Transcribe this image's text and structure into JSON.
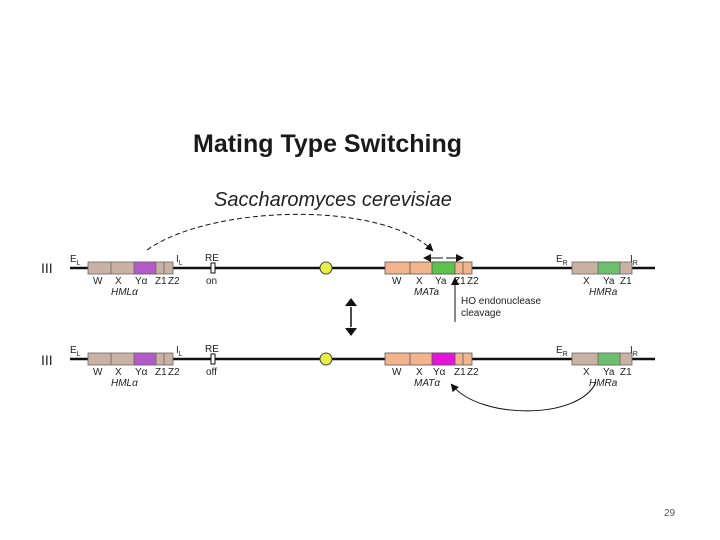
{
  "slide": {
    "title": "Mating Type Switching",
    "subtitle": "Saccharomyces cerevisiae",
    "page_number": "29"
  },
  "colors": {
    "cassette_fill": "#c9b1a4",
    "yalpha_fill": "#b35ac9",
    "ya_fill": "#5cc24b",
    "ya_hmr_fill": "#6cbf6c",
    "mat_fill": "#f2b48c",
    "mat_alpha_fill": "#e614d8",
    "centromere_fill": "#e8f046",
    "line": "#111111"
  },
  "diagram": {
    "top": {
      "chromosome": "III",
      "hml": {
        "e": "E",
        "e_sub": "L",
        "i": "I",
        "i_sub": "L",
        "segments": [
          "W",
          "X",
          "Yα",
          "Z1",
          "Z2"
        ],
        "name": "HMLα"
      },
      "re": {
        "label": "RE",
        "state": "on"
      },
      "mat": {
        "segments": [
          "W",
          "X",
          "Ya",
          "Z1",
          "Z2"
        ],
        "name": "MATa"
      },
      "hmr": {
        "e": "E",
        "e_sub": "R",
        "i": "I",
        "i_sub": "R",
        "segments": [
          "X",
          "Ya",
          "Z1"
        ],
        "name": "HMRa"
      }
    },
    "cleavage_note": [
      "HO endonuclease",
      "cleavage"
    ],
    "bottom": {
      "chromosome": "III",
      "hml": {
        "e": "E",
        "e_sub": "L",
        "i": "I",
        "i_sub": "L",
        "segments": [
          "W",
          "X",
          "Yα",
          "Z1",
          "Z2"
        ],
        "name": "HMLα"
      },
      "re": {
        "label": "RE",
        "state": "off"
      },
      "mat": {
        "segments": [
          "W",
          "X",
          "Yα",
          "Z1",
          "Z2"
        ],
        "name": "MATα"
      },
      "hmr": {
        "e": "E",
        "e_sub": "R",
        "i": "I",
        "i_sub": "R",
        "segments": [
          "X",
          "Ya",
          "Z1"
        ],
        "name": "HMRa"
      }
    }
  }
}
